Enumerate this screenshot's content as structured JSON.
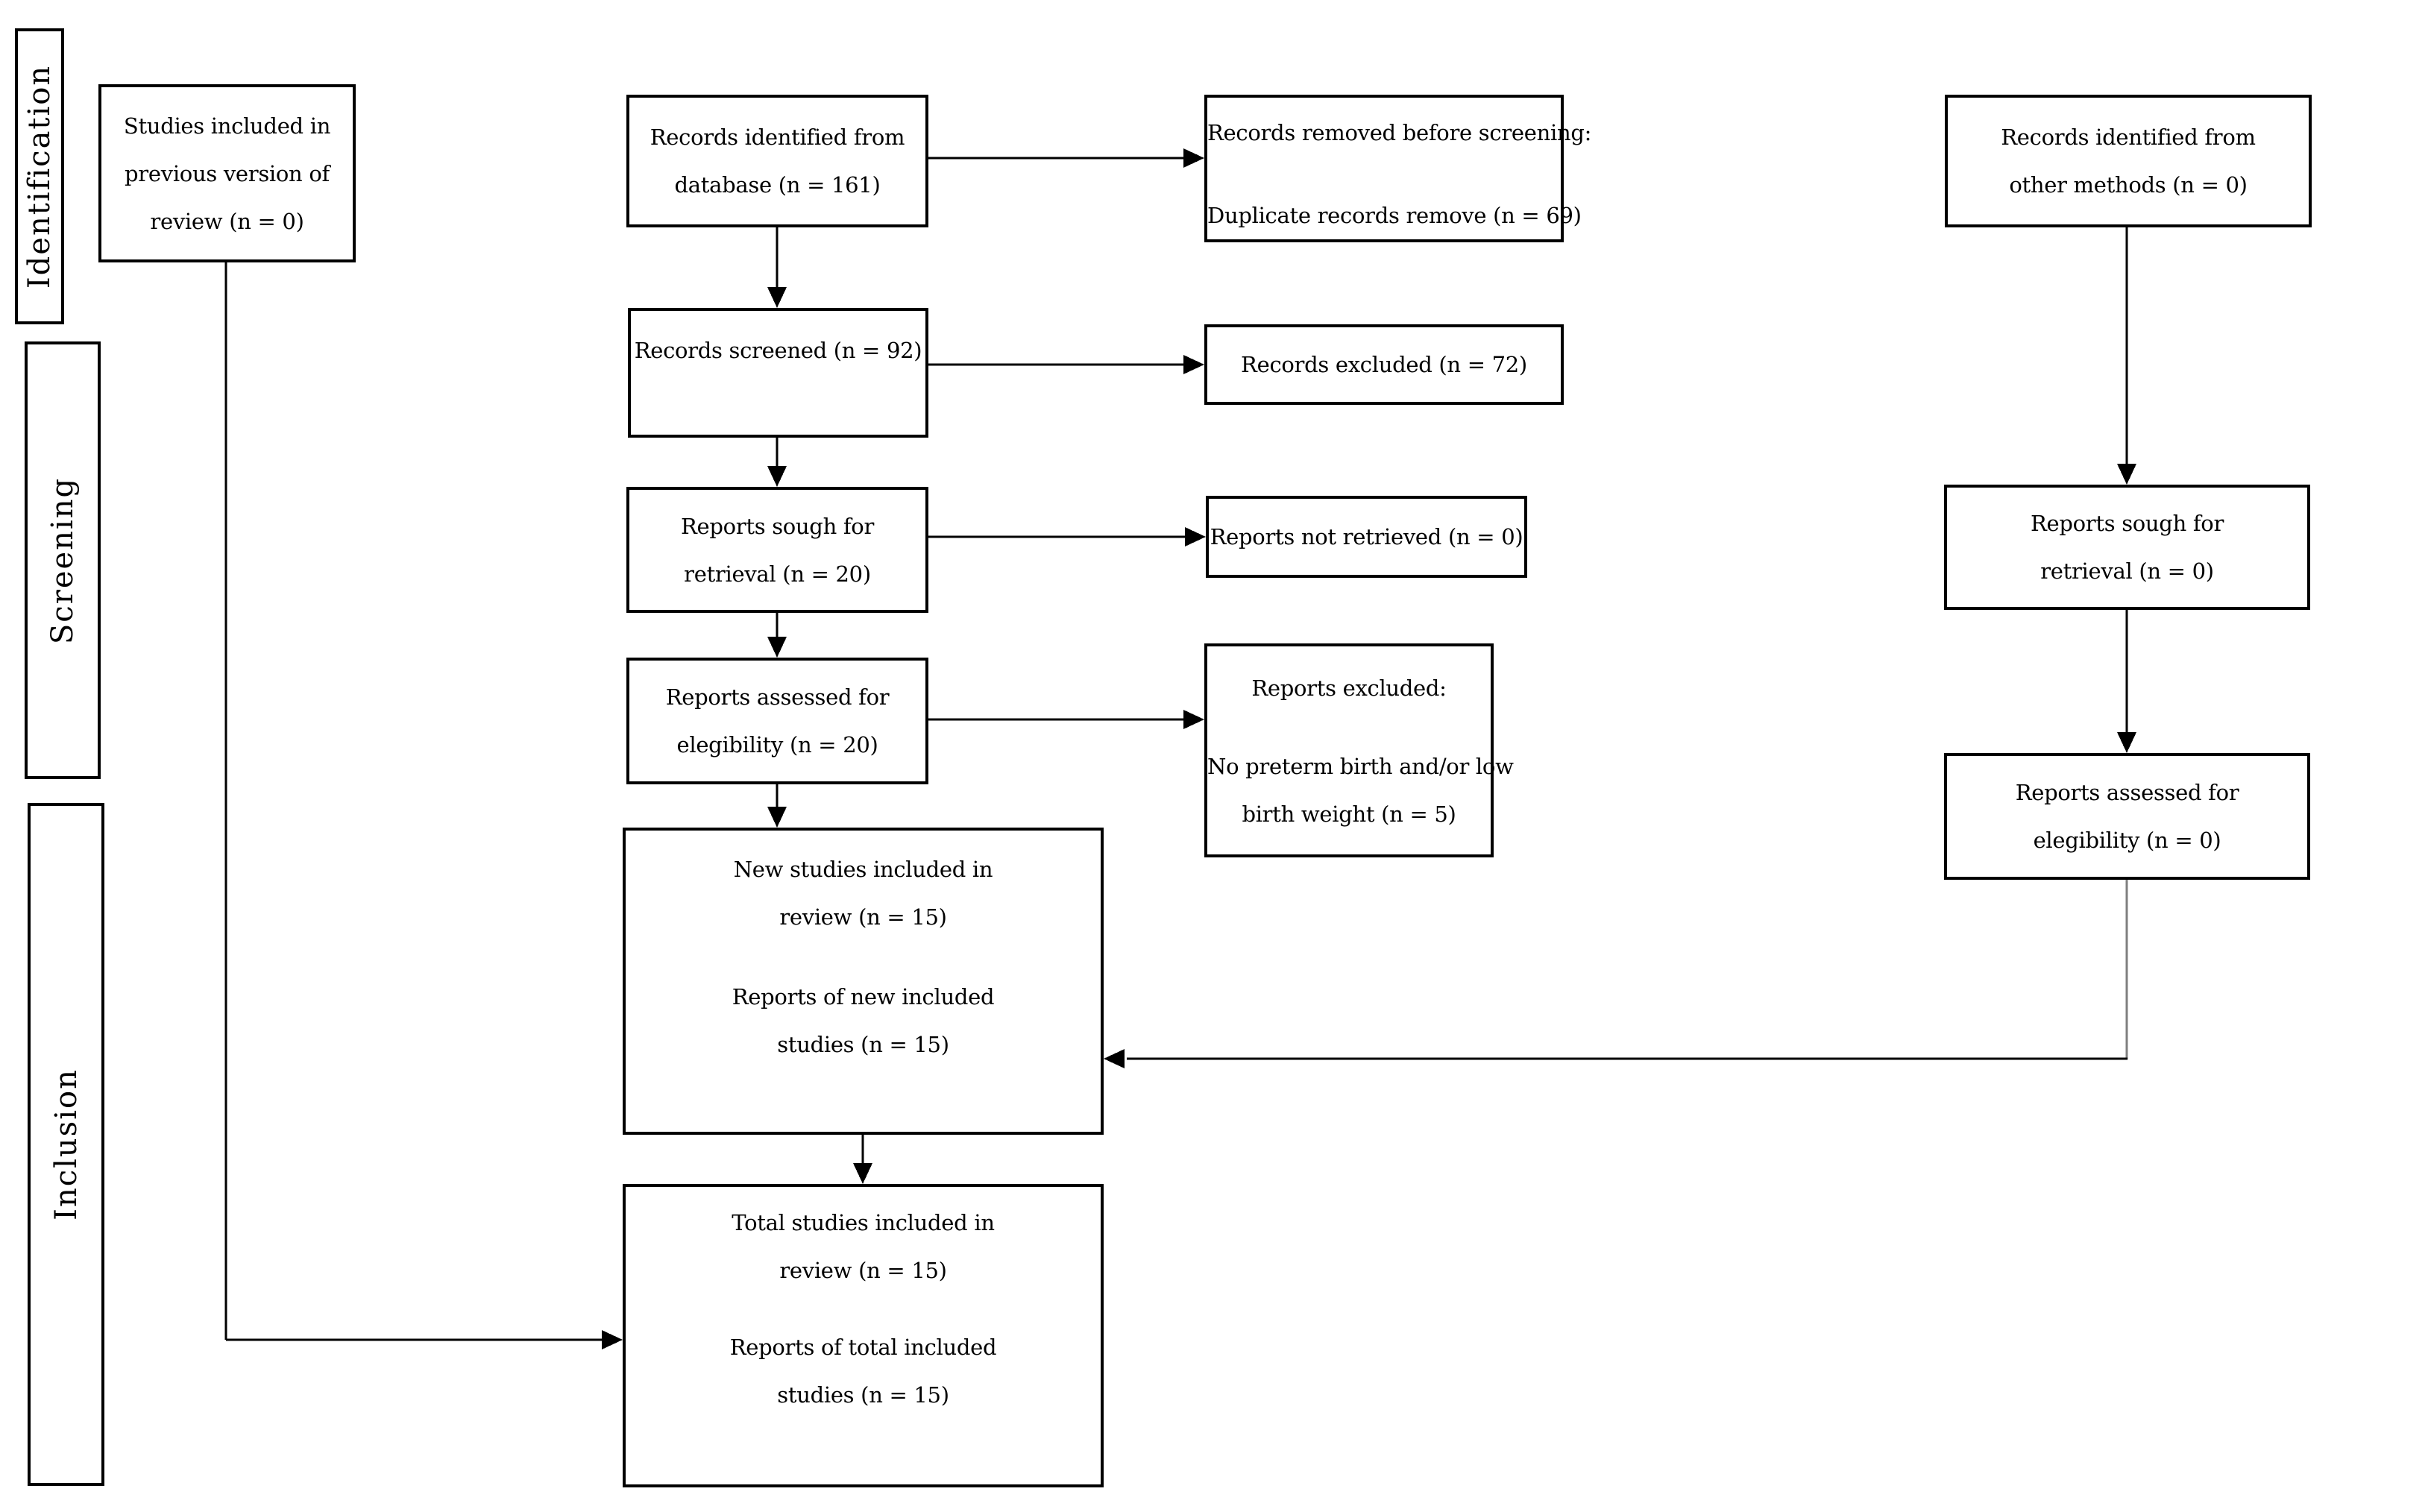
{
  "sidebar": {
    "identification_label": "Identification",
    "screening_label": "Screening",
    "inclusion_label": "Inclusion"
  },
  "boxes": {
    "previous_version": {
      "lines": [
        "Studies included in",
        "previous version of",
        "review (n = 0)"
      ]
    },
    "records_identified_database": {
      "lines": [
        "Records identified from",
        "database (n = 161)"
      ]
    },
    "records_removed": {
      "heading": "Records removed before screening:",
      "detail": "Duplicate records remove (n = 69)"
    },
    "records_identified_other": {
      "lines": [
        "Records identified from",
        "other methods (n = 0)"
      ]
    },
    "records_screened": {
      "lines": [
        "Records screened (n = 92)"
      ]
    },
    "records_excluded": {
      "lines": [
        "Records excluded (n = 72)"
      ]
    },
    "reports_sought": {
      "lines": [
        "Reports sough for",
        "retrieval (n = 20)"
      ]
    },
    "reports_not_retrieved": {
      "lines": [
        "Reports not retrieved (n = 0)"
      ]
    },
    "reports_assessed": {
      "lines": [
        "Reports assessed for",
        "elegibility (n = 20)"
      ]
    },
    "reports_excluded": {
      "heading": "Reports excluded:",
      "detail_lines": [
        "No preterm birth and/or low",
        "birth weight (n = 5)"
      ]
    },
    "other_reports_sought": {
      "lines": [
        "Reports sough for",
        "retrieval (n = 0)"
      ]
    },
    "other_reports_assessed": {
      "lines": [
        "Reports assessed for",
        "elegibility (n = 0)"
      ]
    },
    "new_studies": {
      "para1": [
        "New studies included in",
        "review (n = 15)"
      ],
      "para2": [
        "Reports of new included",
        "studies (n = 15)"
      ]
    },
    "total_studies": {
      "para1": [
        "Total studies included in",
        "review (n = 15)"
      ],
      "para2": [
        "Reports of total included",
        "studies (n = 15)"
      ]
    }
  },
  "colors": {
    "line_black": "#000000",
    "connector_gray": "#7f7f7f",
    "background": "#ffffff"
  }
}
